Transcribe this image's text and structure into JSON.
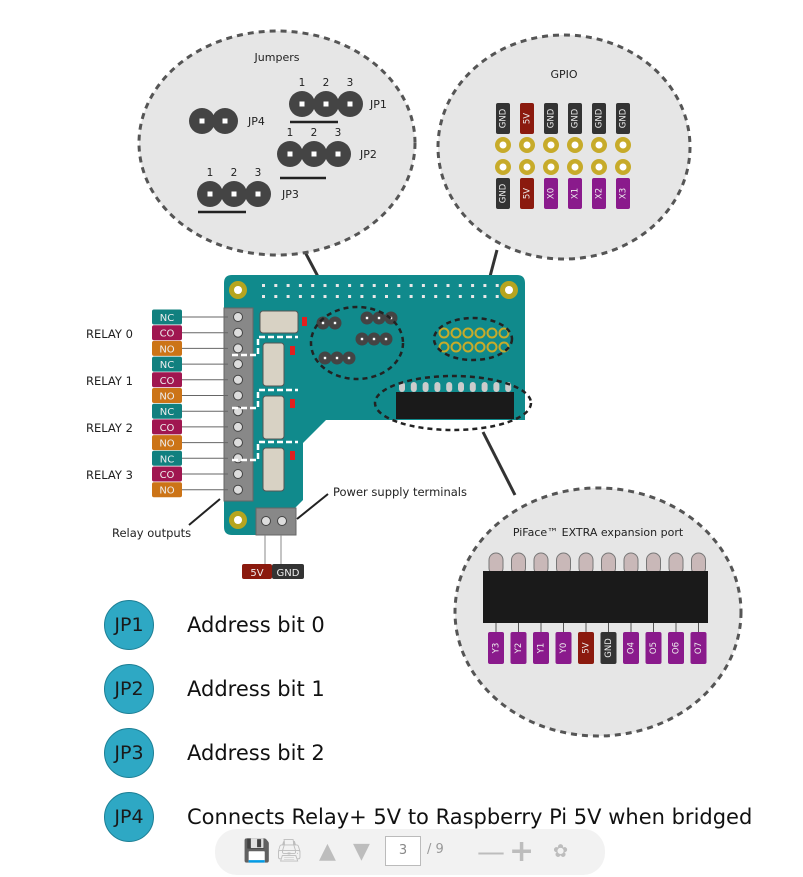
{
  "jumpers_callout": {
    "title": "Jumpers",
    "jumpers": [
      {
        "label": "JP1",
        "numbers": [
          "1",
          "2",
          "3"
        ]
      },
      {
        "label": "JP2",
        "numbers": [
          "1",
          "2",
          "3"
        ]
      },
      {
        "label": "JP3",
        "numbers": [
          "1",
          "2",
          "3"
        ]
      },
      {
        "label": "JP4"
      }
    ]
  },
  "gpio_callout": {
    "title": "GPIO",
    "top_row": [
      "GND",
      "5V",
      "GND",
      "GND",
      "GND",
      "GND"
    ],
    "bottom_row": [
      "GND",
      "5V",
      "X0",
      "X1",
      "X2",
      "X3"
    ]
  },
  "expansion_callout": {
    "title": "PiFace™ EXTRA expansion port",
    "pins": [
      "Y3",
      "Y2",
      "Y1",
      "Y0",
      "5V",
      "GND",
      "O4",
      "O5",
      "O6",
      "O7"
    ]
  },
  "relays": [
    {
      "label": "RELAY 0",
      "terminals": [
        "NC",
        "CO",
        "NO"
      ]
    },
    {
      "label": "RELAY 1",
      "terminals": [
        "NC",
        "CO",
        "NO"
      ]
    },
    {
      "label": "RELAY 2",
      "terminals": [
        "NC",
        "CO",
        "NO"
      ]
    },
    {
      "label": "RELAY 3",
      "terminals": [
        "NC",
        "CO",
        "NO"
      ]
    }
  ],
  "annotations": {
    "relay_outputs": "Relay outputs",
    "power_supply": "Power supply terminals",
    "power_5v": "5V",
    "power_gnd": "GND"
  },
  "legend": [
    {
      "badge": "JP1",
      "text": "Address bit 0"
    },
    {
      "badge": "JP2",
      "text": "Address bit 1"
    },
    {
      "badge": "JP3",
      "text": "Address bit 2"
    },
    {
      "badge": "JP4",
      "text": "Connects Relay+ 5V to Raspberry Pi 5V when bridged"
    }
  ],
  "colors": {
    "board": "#108a8c",
    "nc": "#11807f",
    "co": "#a01650",
    "no": "#cc7417",
    "pin_5v": "#8b1a0e",
    "pin_gnd": "#333333",
    "pin_io": "#8a1a8c",
    "badge": "#2ea8c4"
  },
  "toolbar": {
    "save_icon": "save-icon",
    "print_icon": "print-icon",
    "page_current": "3",
    "page_total": "/ 9"
  }
}
